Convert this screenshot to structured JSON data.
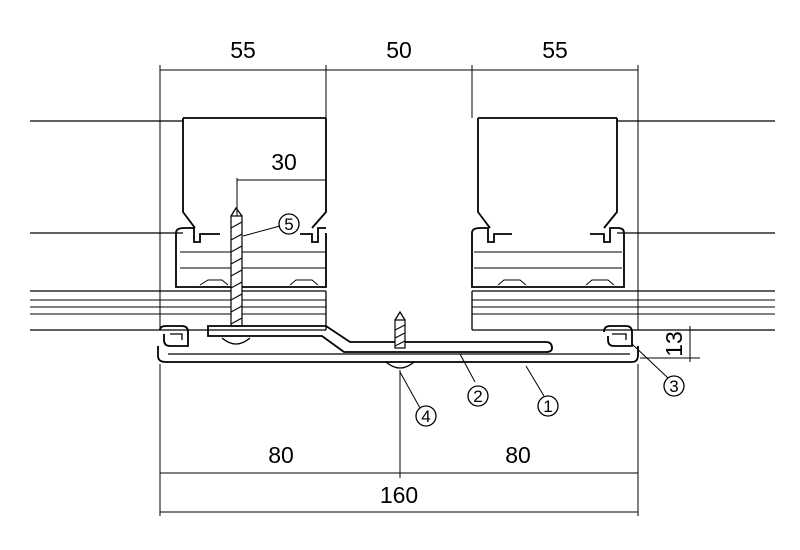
{
  "dimensions": {
    "top_left": "55",
    "top_middle": "50",
    "top_right": "55",
    "screw_offset": "30",
    "height_right": "13",
    "bottom_left": "80",
    "bottom_right": "80",
    "bottom_total": "160"
  },
  "callouts": {
    "c1": "1",
    "c2": "2",
    "c3": "3",
    "c4": "4",
    "c5": "5"
  }
}
